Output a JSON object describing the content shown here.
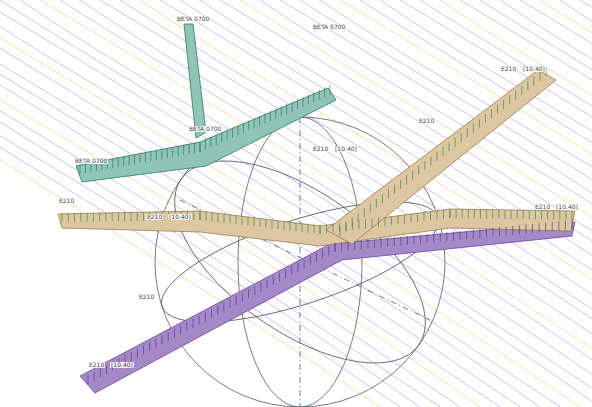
{
  "diagram": {
    "labels": [
      "BETA 0700",
      "BETA 0700",
      "BETA 0700",
      "BETA 0700",
      "E210",
      "[10.40]",
      "E210",
      "E210",
      "[10.40]",
      "E210",
      "E210",
      "[10.40]",
      "E210",
      "[10.40]",
      "E210",
      "E210",
      "[10.40]"
    ]
  }
}
